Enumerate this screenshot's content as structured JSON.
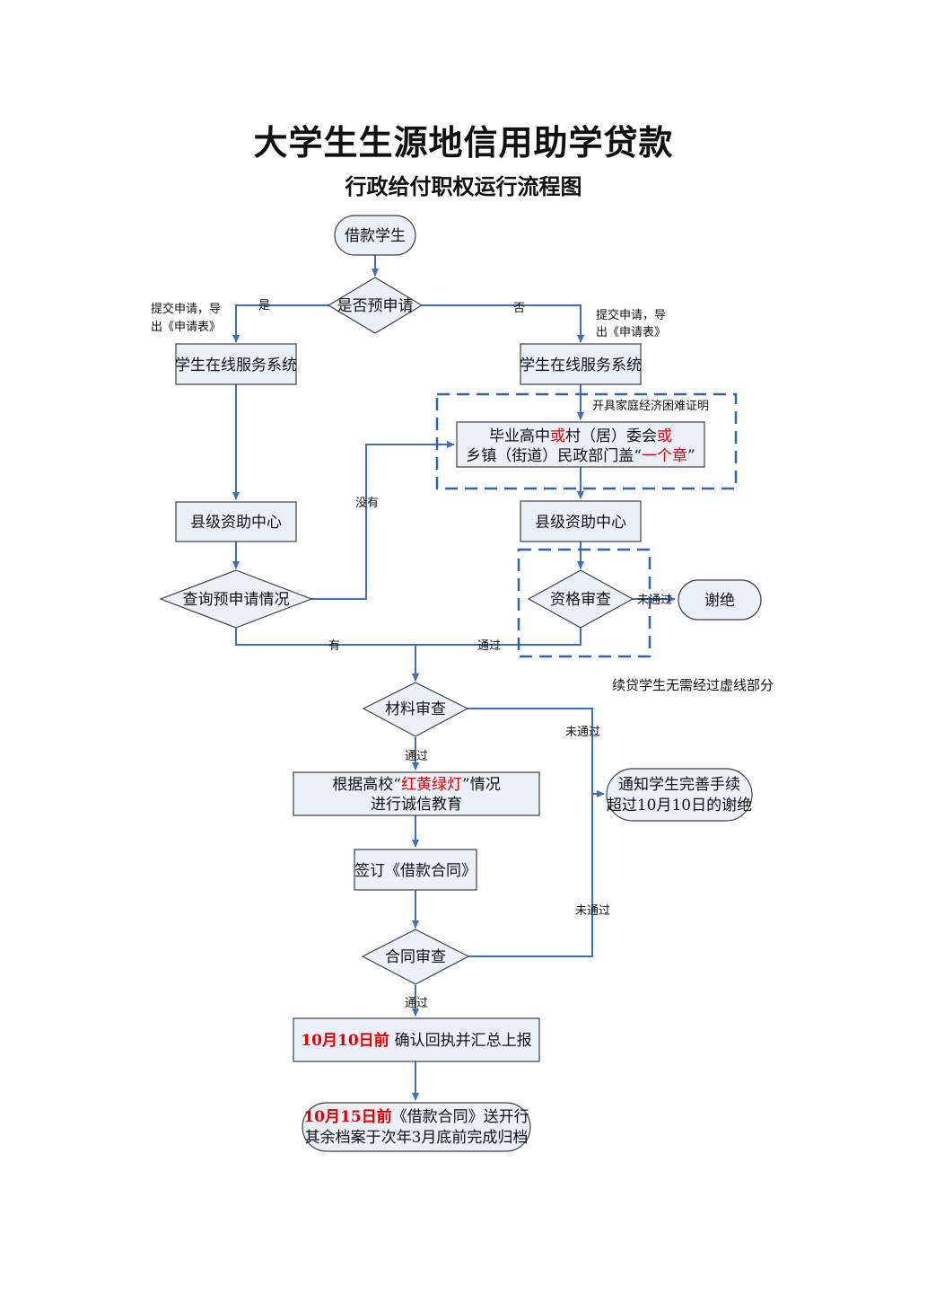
{
  "title": "大学生生源地信用助学贷款",
  "subtitle": "行政给付职权运行流程图",
  "nodes": {
    "start": "借款学生",
    "pre_apply": "是否预申请",
    "sys_left": "学生在线服务系统",
    "sys_right": "学生在线服务系统",
    "proof_line1_a": "毕业高中",
    "proof_line1_or1": "或",
    "proof_line1_b": "村（居）委会",
    "proof_line1_or2": "或",
    "proof_line2_a": "乡镇（街道）民政部门盖“",
    "proof_line2_red": "一个章",
    "proof_line2_b": "”",
    "county_left": "县级资助中心",
    "county_right": "县级资助中心",
    "query_pre": "查询预申请情况",
    "qualify": "资格审查",
    "reject": "谢绝",
    "material": "材料审查",
    "edu_line1_a": "根据高校“",
    "edu_line1_red": "红黄绿灯",
    "edu_line1_b": "”情况",
    "edu_line2": "进行诚信教育",
    "sign": "签订《借款合同》",
    "notify_line1": "通知学生完善手续",
    "notify_line2": "超过10月10日的谢绝",
    "contract_review": "合同审查",
    "confirm_red": "10月10日前",
    "confirm_rest": "确认回执并汇总上报",
    "final_line1_red": "10月15日前",
    "final_line1_rest": "《借款合同》送开行",
    "final_line2": "其余档案于次年3月底前完成归档"
  },
  "labels": {
    "yes": "是",
    "no": "否",
    "submit_left_1": "提交申请，导",
    "submit_left_2": "出《申请表》",
    "submit_right_1": "提交申请，导",
    "submit_right_2": "出《申请表》",
    "proof_note": "开具家庭经济困难证明",
    "none": "没有",
    "has": "有",
    "pass_qualify": "通过",
    "fail_qualify": "未通过",
    "renewal_note": "续贷学生无需经过虚线部分",
    "fail_material": "未通过",
    "pass_material": "通过",
    "fail_contract": "未通过",
    "pass_contract": "通过"
  },
  "colors": {
    "flow": "#3f6fb8",
    "box_fill": "#eaf0f8",
    "highlight": "#e00000"
  }
}
